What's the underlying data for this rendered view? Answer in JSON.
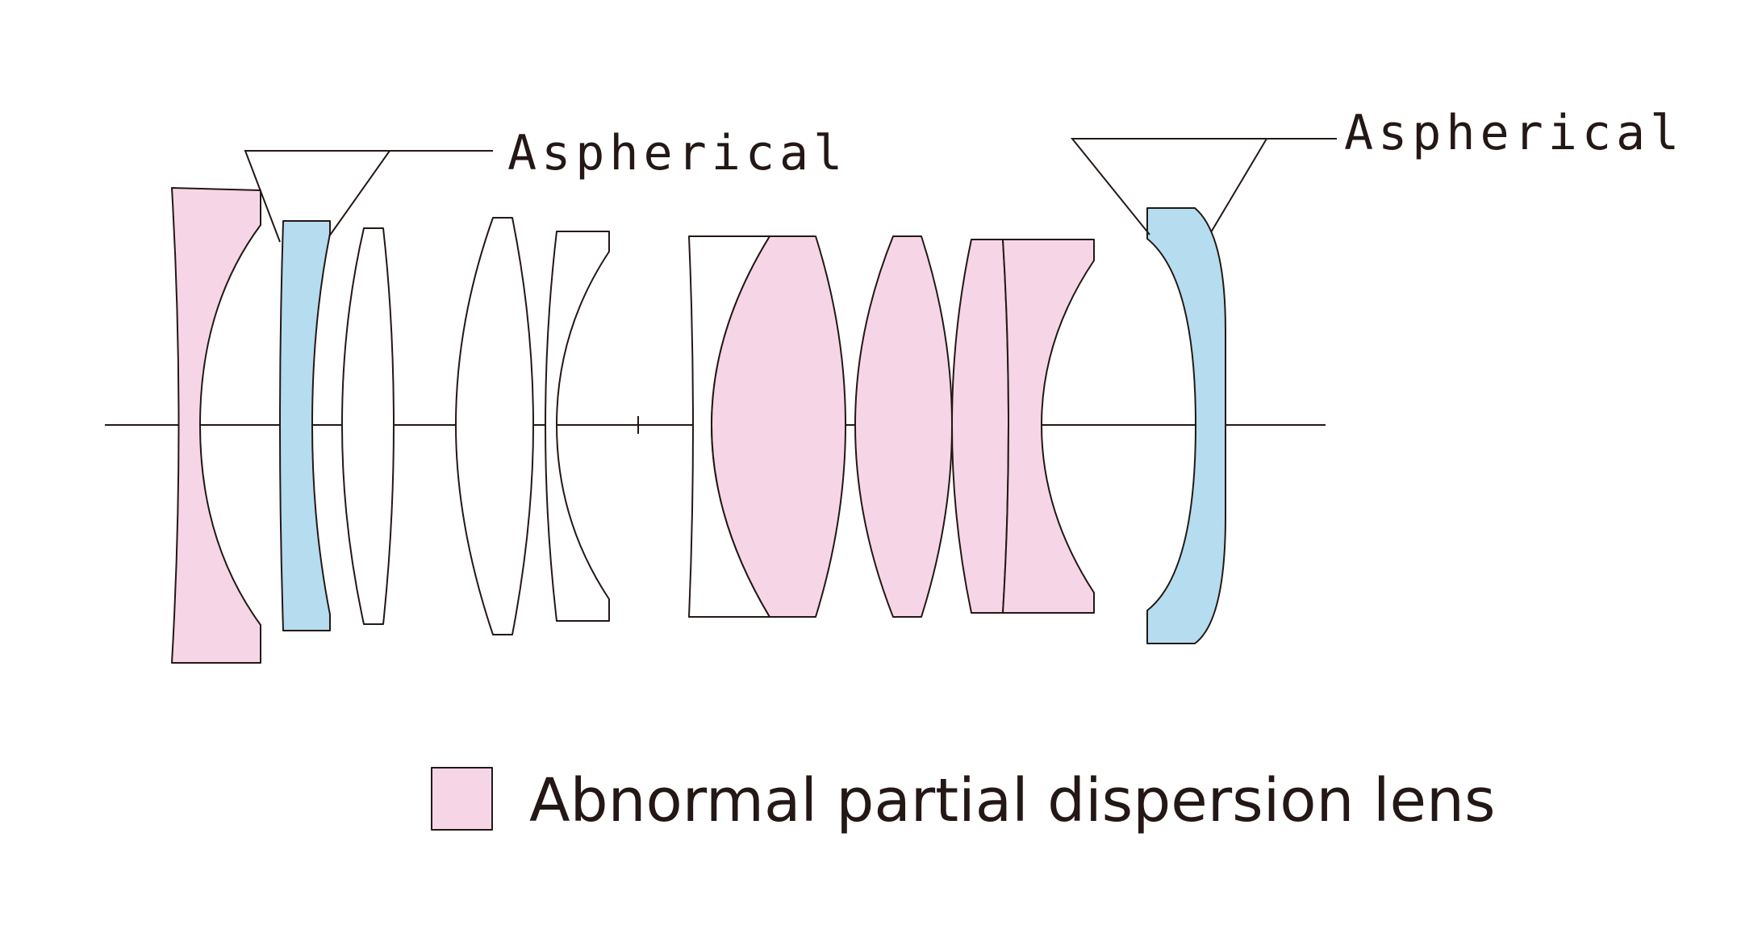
{
  "colors": {
    "abnormal_dispersion": "#f6d6e6",
    "aspherical": "#b5dcef",
    "standard": "#ffffff",
    "outline": "#231815"
  },
  "labels": {
    "aspherical_left": "Aspherical",
    "aspherical_right": "Aspherical"
  },
  "legend": {
    "label": "Abnormal partial dispersion lens"
  }
}
